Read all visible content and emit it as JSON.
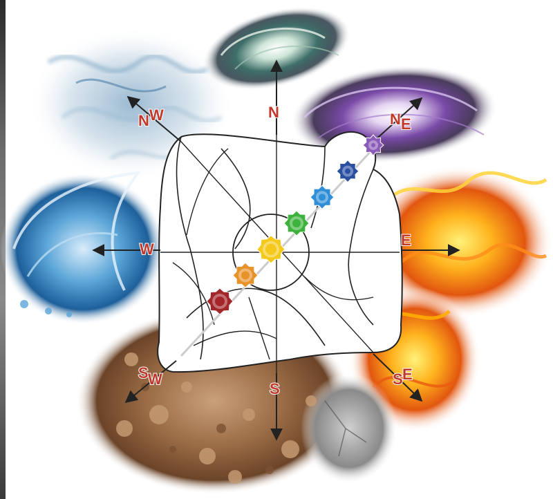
{
  "directions": {
    "n": {
      "main": "N"
    },
    "s": {
      "main": "S"
    },
    "e": {
      "main": "E"
    },
    "w": {
      "main": "W"
    },
    "ne": {
      "first": "N",
      "second": "E"
    },
    "nw": {
      "first": "N",
      "second": "W"
    },
    "se": {
      "first": "S",
      "second": "E"
    },
    "sw": {
      "first": "S",
      "second": "W"
    }
  },
  "elements": [
    "air-smoke",
    "space-galaxy",
    "water",
    "fire",
    "earth"
  ],
  "chakras": [
    {
      "name": "root",
      "color": "#a3262a"
    },
    {
      "name": "sacral",
      "color": "#e8922a"
    },
    {
      "name": "solar-plexus",
      "color": "#f4c91c"
    },
    {
      "name": "heart",
      "color": "#3db33d"
    },
    {
      "name": "throat",
      "color": "#2e8fd8"
    },
    {
      "name": "third-eye",
      "color": "#2a4fa0"
    },
    {
      "name": "crown",
      "color": "#8b5bb8"
    }
  ],
  "colors": {
    "label": "#c0392b",
    "arrow": "#222222",
    "outline": "#222222"
  }
}
